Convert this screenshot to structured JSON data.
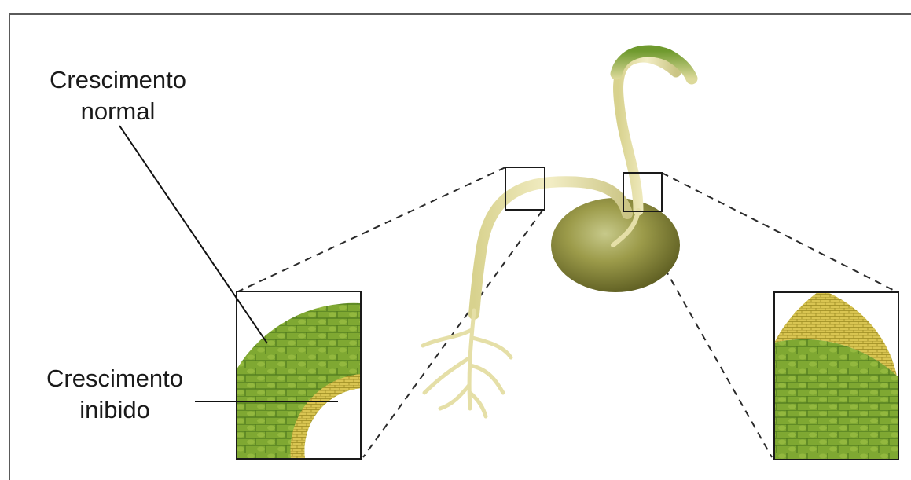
{
  "labels": {
    "normal_line1": "Crescimento",
    "normal_line2": "normal",
    "inhibited_line1": "Crescimento",
    "inhibited_line2": "inibido"
  },
  "colors": {
    "frame": "#555555",
    "cell_green": "#8db33a",
    "cell_light": "#c4d66a",
    "cell_yellow": "#e0cf5a",
    "stem": "#e7e1a8",
    "seed": "#8f8f3e",
    "shoot_tip": "#7fa83a"
  },
  "icons": {
    "seedling": "germinating-seed-illustration",
    "left_zoom": "inhibited-side-cells-zoom",
    "right_zoom": "normal-side-cells-zoom"
  }
}
